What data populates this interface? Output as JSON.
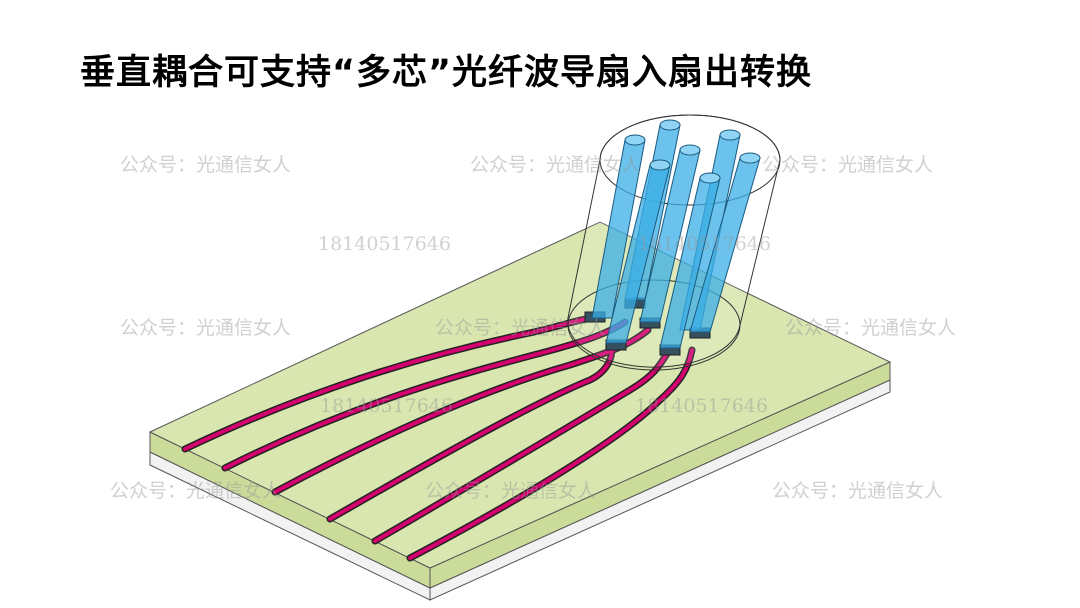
{
  "title": "垂直耦合可支持“多芯”光纤波导扇入扇出转换",
  "watermark": {
    "account": "公众号：光通信女人",
    "phone": "18140517646"
  },
  "colors": {
    "chip_top": "#d9e6b0",
    "chip_side": "#cbdc9a",
    "substrate": "#f2f2f2",
    "waveguide": "#d4006e",
    "fiber_core": "#39aee6"
  }
}
